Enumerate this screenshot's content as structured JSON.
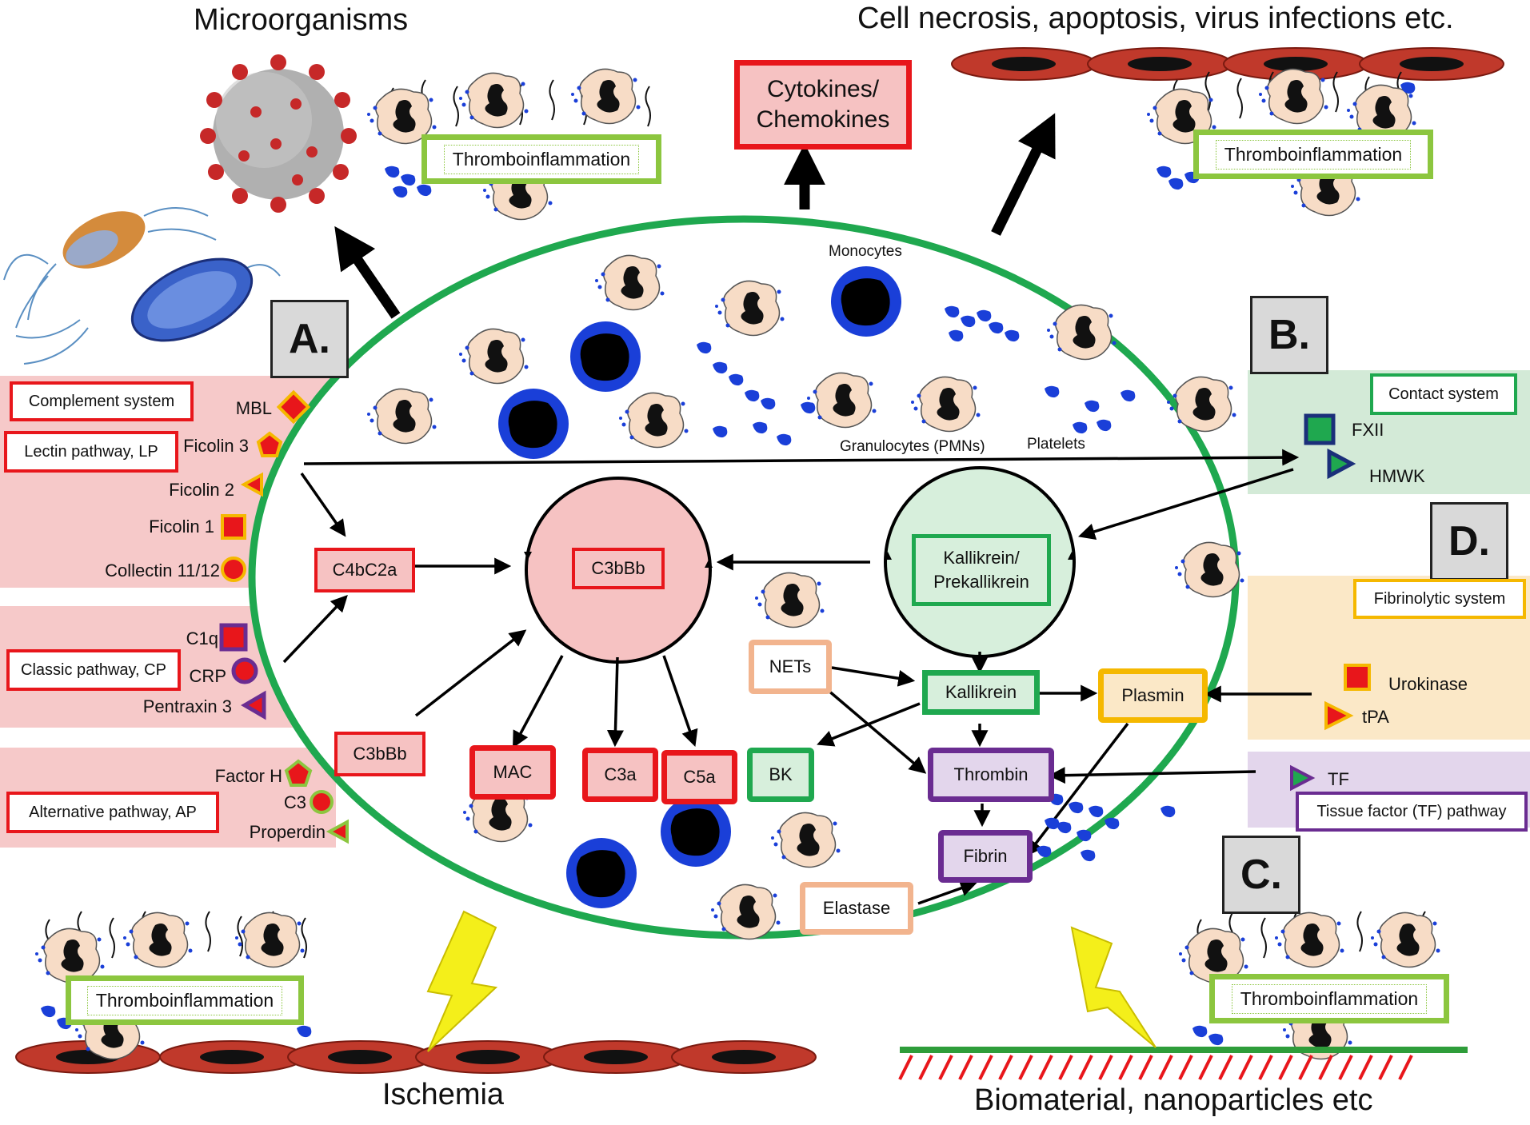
{
  "headings": {
    "microorganisms": "Microorganisms",
    "cell_necrosis": "Cell necrosis, apoptosis, virus infections etc.",
    "ischemia": "Ischemia",
    "biomaterial": "Biomaterial, nanoparticles etc"
  },
  "section_letters": {
    "a": "A.",
    "b": "B.",
    "c": "C.",
    "d": "D."
  },
  "thromboinflammation_label": "Thromboinflammation",
  "cytokines": {
    "line1": "Cytokines/",
    "line2": "Chemokines"
  },
  "complement": {
    "title": "Complement system",
    "lectin": {
      "label": "Lectin pathway, LP",
      "members": [
        "MBL",
        "Ficolin 3",
        "Ficolin 2",
        "Ficolin 1",
        "Collectin 11/12"
      ]
    },
    "classic": {
      "label": "Classic pathway, CP",
      "members": [
        "C1q",
        "CRP",
        "Pentraxin 3"
      ]
    },
    "alternative": {
      "label": "Alternative pathway, AP",
      "members": [
        "Factor H",
        "C3",
        "Properdin"
      ]
    }
  },
  "contact": {
    "title": "Contact system",
    "members": [
      "FXII",
      "HMWK"
    ]
  },
  "fibrinolytic": {
    "title": "Fibrinolytic system",
    "members": [
      "Urokinase",
      "tPA"
    ]
  },
  "tissue_factor": {
    "title": "Tissue factor (TF) pathway",
    "members": [
      "TF"
    ]
  },
  "cells": {
    "monocytes": "Monocytes",
    "granulocytes": "Granulocytes (PMNs)",
    "platelets": "Platelets"
  },
  "nodes": {
    "c4bc2a": "C4bC2a",
    "c3bbb_center": "C3bBb",
    "c3bbb_lower": "C3bBb",
    "kallikrein_prekallikrein_1": "Kallikrein/",
    "kallikrein_prekallikrein_2": "Prekallikrein",
    "nets": "NETs",
    "kallikrein": "Kallikrein",
    "plasmin": "Plasmin",
    "thrombin": "Thrombin",
    "fibrin": "Fibrin",
    "elastase": "Elastase",
    "bk": "BK",
    "mac": "MAC",
    "c3a": "C3a",
    "c5a": "C5a"
  },
  "colors": {
    "complement_red": "#e8161b",
    "contact_green": "#1fa84f",
    "fibrinolytic_orange": "#f5b800",
    "tf_purple": "#6a2c91",
    "ellipse_green": "#1fa84f",
    "thrombo_green": "#8cc63f",
    "complement_band": "#f6c9c9",
    "contact_band": "#d3ead7",
    "fibrinolytic_band": "#fbe8c7",
    "tf_band": "#e3d6ec"
  }
}
